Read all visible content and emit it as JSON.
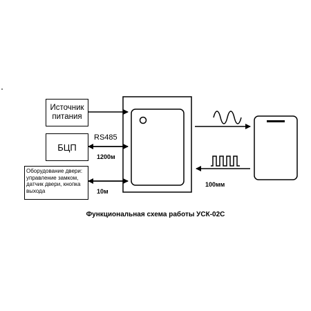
{
  "diagram": {
    "power_source_label": "Источник питания",
    "bcp_label": "БЦП",
    "door_equipment_label": "Оборудование двери: управление замком, датчик двери, кнопка выхода",
    "rs485_label": "RS485",
    "dist_1200_label": "1200м",
    "dist_10_label": "10м",
    "dist_100_label": "100мм",
    "caption": "Функциональная схема работы УСК-02С"
  },
  "colors": {
    "line": "#000000",
    "device_outline": "#555555",
    "background": "#ffffff"
  }
}
